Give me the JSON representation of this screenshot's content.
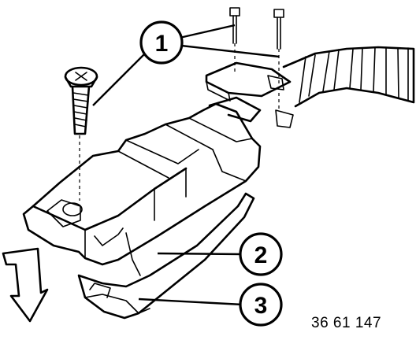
{
  "callouts": [
    {
      "label": "1"
    },
    {
      "label": "2"
    },
    {
      "label": "3"
    }
  ],
  "reference_code": "36 61 147",
  "colors": {
    "ink": "#000000",
    "paper": "#ffffff"
  }
}
